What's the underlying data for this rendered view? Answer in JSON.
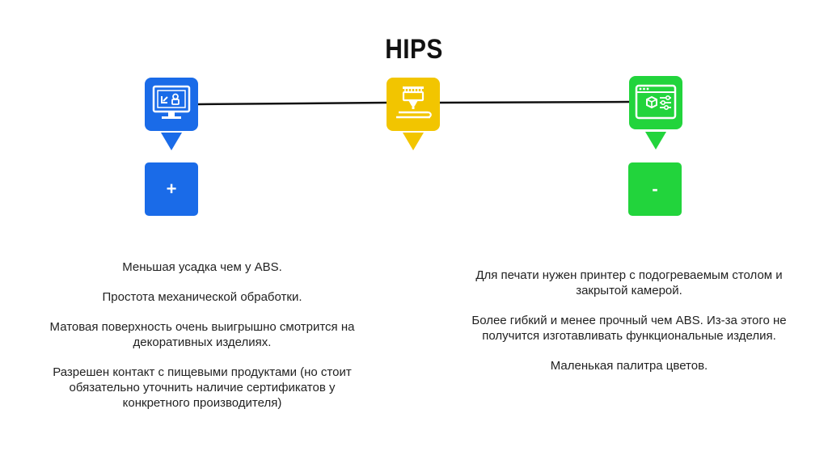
{
  "title": "HIPS",
  "colors": {
    "blue": "#1a6be8",
    "yellow": "#f2c500",
    "green": "#22d43c",
    "connector": "#111111",
    "text": "#222222"
  },
  "icons": {
    "left": "computer-monitor-icon",
    "center": "3d-printer-nozzle-icon",
    "right": "browser-settings-cube-icon"
  },
  "signs": {
    "pros": "+",
    "cons": "-"
  },
  "pros": [
    "Меньшая усадка чем у ABS.",
    "Простота механической обработки.",
    "Матовая поверхность очень выигрышно смотрится на декоративных изделиях.",
    "Разрешен контакт с пищевыми продуктами (но стоит обязательно уточнить наличие сертификатов у конкретного производителя)"
  ],
  "cons": [
    "Для печати нужен принтер с подогреваемым столом и закрытой камерой.",
    "Более гибкий и менее прочный чем ABS. Из-за этого не получится изготавливать функциональные изделия.",
    "Маленькая палитра цветов."
  ]
}
